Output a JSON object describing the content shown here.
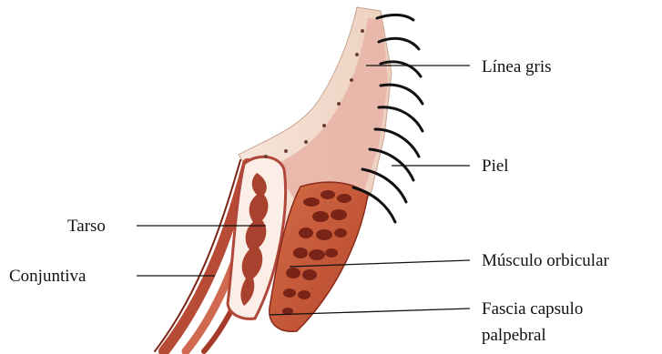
{
  "labels": {
    "linea_gris": "Línea gris",
    "piel": "Piel",
    "tarso": "Tarso",
    "conjuntiva": "Conjuntiva",
    "musculo_orbicular": "Músculo orbicular",
    "fascia_line1": "Fascia capsulo",
    "fascia_line2": "palpebral"
  },
  "colors": {
    "skin": "#f5e1d4",
    "muscle": "#c45a3a",
    "muscle_dark": "#7a2417",
    "tarsus_outline": "#b0473a",
    "gland": "#a8412d",
    "conjunctiva": "#b03a2a",
    "lashes": "#111111",
    "leader_lines": "#111111"
  }
}
